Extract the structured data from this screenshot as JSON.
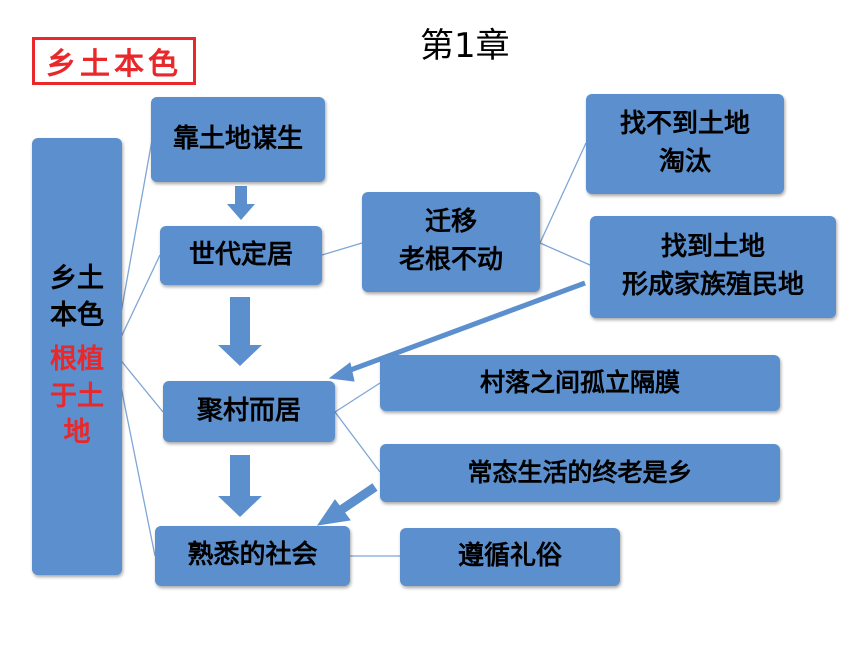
{
  "title": "第1章",
  "tag": "乡土本色",
  "left": {
    "line1": "乡土",
    "line2": "本色",
    "red1": "根植",
    "red2": "于土",
    "red3": "地"
  },
  "nodes": {
    "kaotudi": "靠土地谋生",
    "shidai": "世代定居",
    "qianyi": "迁移",
    "laogen": "老根不动",
    "zhaobudao": "找不到土地",
    "taotai": "淘汰",
    "zhaodao": "找到土地",
    "xingcheng": "形成家族殖民地",
    "jucun": "聚村而居",
    "cunluo": "村落之间孤立隔膜",
    "changtai": "常态生活的终老是乡",
    "shuxi": "熟悉的社会",
    "zunxun": "遵循礼俗"
  },
  "colors": {
    "box": "#5b8fcd",
    "accent": "#e8282b"
  }
}
